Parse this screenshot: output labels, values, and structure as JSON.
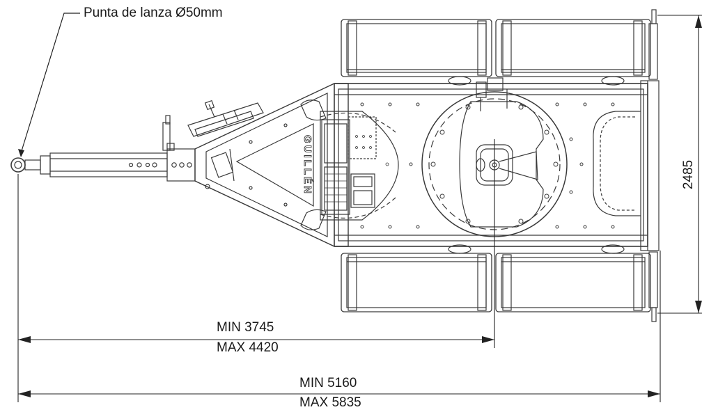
{
  "drawing": {
    "callout": "Punta de lanza Ø50mm",
    "brand": "GUILLÉN",
    "dimensions": {
      "height": "2485",
      "wheelbase_min": "MIN 3745",
      "wheelbase_max": "MAX 4420",
      "length_min": "MIN 5160",
      "length_max": "MAX 5835"
    }
  },
  "colors": {
    "line": "#3a3a3a",
    "background": "#ffffff"
  }
}
